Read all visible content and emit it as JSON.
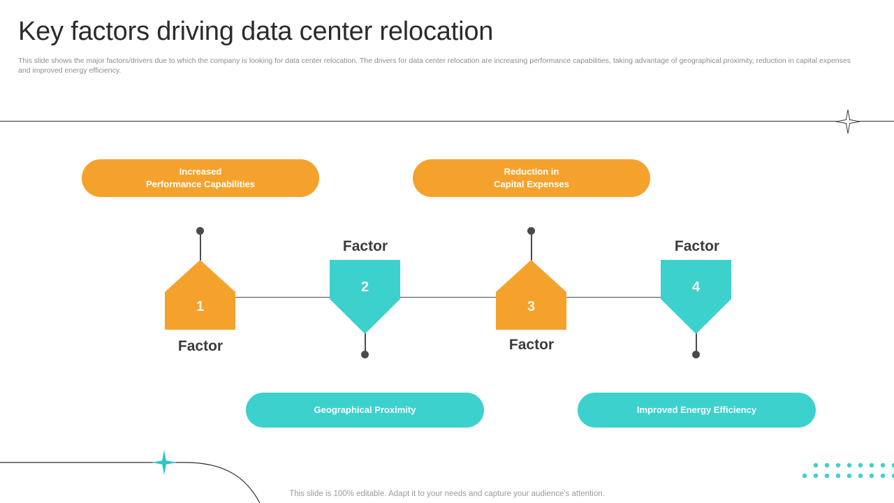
{
  "header": {
    "title": "Key factors driving data center relocation",
    "subtitle": "This slide shows the major factors/drivers due to which the company is looking for data center relocation. The drivers for data center relocation are increasing performance capabilities, taking advantage of geographical proximity, reduction in capital expenses and improved energy efficiency."
  },
  "colors": {
    "orange": "#F5A22D",
    "teal": "#3DD1CD",
    "line": "#4A4A4A",
    "title_text": "#2B2B2B",
    "body_text": "#8D8D8D"
  },
  "diagram": {
    "cards": [
      {
        "id": "pill-1",
        "line1": "Increased",
        "line2": "Performance Capabilities",
        "color": "orange",
        "position": "top"
      },
      {
        "id": "pill-2",
        "line1": "Reduction in",
        "line2": "Capital  Expenses",
        "color": "orange",
        "position": "top"
      },
      {
        "id": "pill-3",
        "line1": "Geographical Proximity",
        "line2": "",
        "color": "teal",
        "position": "bottom"
      },
      {
        "id": "pill-4",
        "line1": "Improved Energy Efficiency",
        "line2": "",
        "color": "teal",
        "position": "bottom"
      }
    ],
    "markers": [
      {
        "number": "1",
        "caption": "Factor",
        "color": "orange",
        "direction": "up",
        "caption_position": "below"
      },
      {
        "number": "2",
        "caption": "Factor",
        "color": "teal",
        "direction": "down",
        "caption_position": "above"
      },
      {
        "number": "3",
        "caption": "Factor",
        "color": "orange",
        "direction": "up",
        "caption_position": "below"
      },
      {
        "number": "4",
        "caption": "Factor",
        "color": "teal",
        "direction": "down",
        "caption_position": "above"
      }
    ]
  },
  "decorations": {
    "star_outline": "four-point-star-outline",
    "star_teal": "four-point-star-filled",
    "dot_grid_rows": [
      9,
      9
    ]
  },
  "footer": {
    "note": "This slide is 100% editable. Adapt it to your needs and capture your audience's attention."
  }
}
